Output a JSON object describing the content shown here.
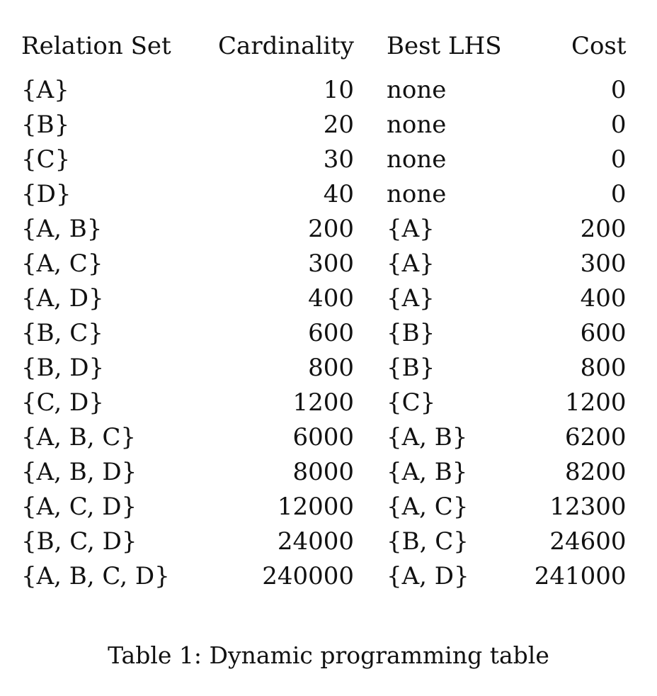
{
  "table": {
    "headers": {
      "relation_set": "Relation Set",
      "cardinality": "Cardinality",
      "best_lhs": "Best LHS",
      "cost": "Cost"
    },
    "rows": [
      {
        "relation_set": "{A}",
        "cardinality": "10",
        "best_lhs": "none",
        "cost": "0"
      },
      {
        "relation_set": "{B}",
        "cardinality": "20",
        "best_lhs": "none",
        "cost": "0"
      },
      {
        "relation_set": "{C}",
        "cardinality": "30",
        "best_lhs": "none",
        "cost": "0"
      },
      {
        "relation_set": "{D}",
        "cardinality": "40",
        "best_lhs": "none",
        "cost": "0"
      },
      {
        "relation_set": "{A, B}",
        "cardinality": "200",
        "best_lhs": "{A}",
        "cost": "200"
      },
      {
        "relation_set": "{A, C}",
        "cardinality": "300",
        "best_lhs": "{A}",
        "cost": "300"
      },
      {
        "relation_set": "{A, D}",
        "cardinality": "400",
        "best_lhs": "{A}",
        "cost": "400"
      },
      {
        "relation_set": "{B, C}",
        "cardinality": "600",
        "best_lhs": "{B}",
        "cost": "600"
      },
      {
        "relation_set": "{B, D}",
        "cardinality": "800",
        "best_lhs": "{B}",
        "cost": "800"
      },
      {
        "relation_set": "{C, D}",
        "cardinality": "1200",
        "best_lhs": "{C}",
        "cost": "1200"
      },
      {
        "relation_set": "{A, B, C}",
        "cardinality": "6000",
        "best_lhs": "{A, B}",
        "cost": "6200"
      },
      {
        "relation_set": "{A, B, D}",
        "cardinality": "8000",
        "best_lhs": "{A, B}",
        "cost": "8200"
      },
      {
        "relation_set": "{A, C, D}",
        "cardinality": "12000",
        "best_lhs": "{A, C}",
        "cost": "12300"
      },
      {
        "relation_set": "{B, C, D}",
        "cardinality": "24000",
        "best_lhs": "{B, C}",
        "cost": "24600"
      },
      {
        "relation_set": "{A, B, C, D}",
        "cardinality": "240000",
        "best_lhs": "{A, D}",
        "cost": "241000"
      }
    ]
  },
  "caption": "Table 1: Dynamic programming table"
}
